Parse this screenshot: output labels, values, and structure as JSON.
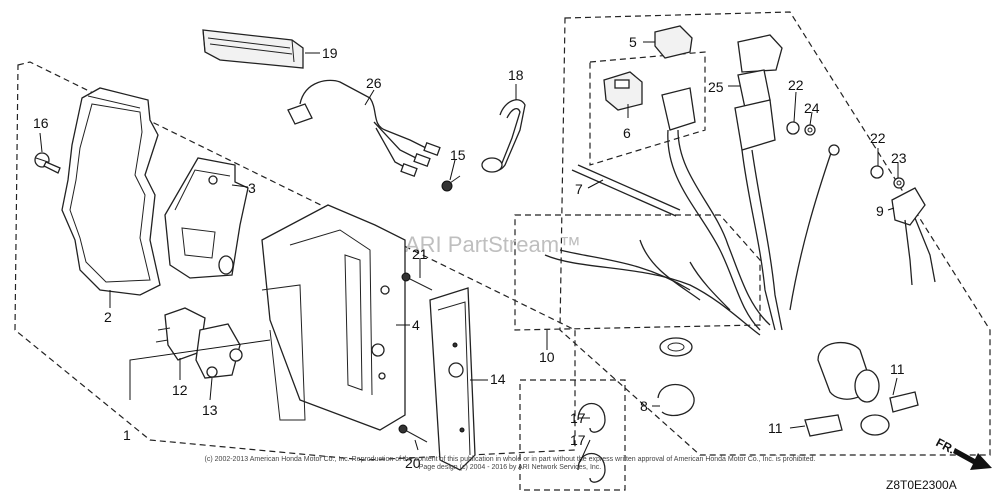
{
  "watermark": "ARI PartStream™",
  "copyright": {
    "line1": "(c) 2002-2013 American Honda Motor Co., Inc. Reproduction of the content of this publication in whole or in part without the express written approval of American Honda Motor Co., Inc. is prohibited.",
    "line2": "Page design (c) 2004 - 2016 by ARI Network Services, Inc."
  },
  "diagram_code": "Z8T0E2300A",
  "direction_label": "FR.",
  "callouts": {
    "c1": "1",
    "c2": "2",
    "c3": "3",
    "c4": "4",
    "c5": "5",
    "c6": "6",
    "c7": "7",
    "c8": "8",
    "c9": "9",
    "c10": "10",
    "c11a": "11",
    "c11b": "11",
    "c12": "12",
    "c13": "13",
    "c14": "14",
    "c15": "15",
    "c16": "16",
    "c17a": "17",
    "c17b": "17",
    "c18": "18",
    "c19": "19",
    "c20": "20",
    "c21": "21",
    "c22a": "22",
    "c22b": "22",
    "c23": "23",
    "c24": "24",
    "c25": "25",
    "c26": "26"
  }
}
